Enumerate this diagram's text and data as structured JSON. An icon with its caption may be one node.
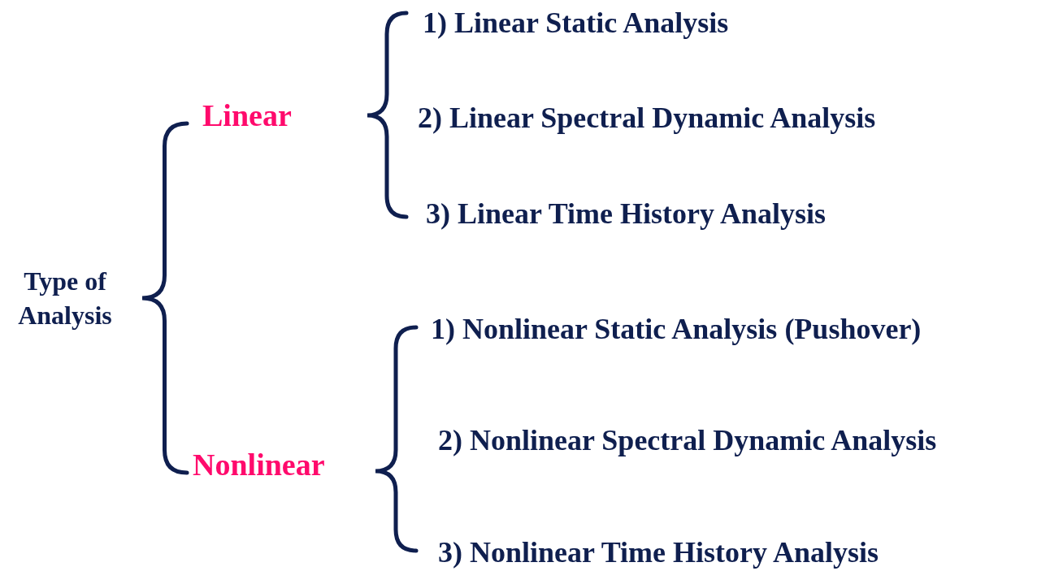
{
  "diagram": {
    "labels": [
      "Type of Analysis",
      "Linear",
      "1) Linear Static Analysis",
      "2) Linear Spectral Dynamic Analysis",
      "3) Linear Time History Analysis",
      "Nonlinear",
      "1) Nonlinear Static Analysis (Pushover)",
      "2) Nonlinear Spectral Dynamic Analysis",
      "3) Nonlinear Time History Analysis"
    ]
  }
}
